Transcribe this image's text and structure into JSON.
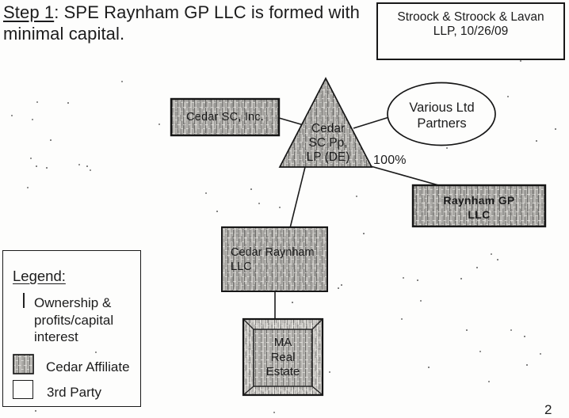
{
  "header": {
    "step_label": "Step 1",
    "title_rest": ": SPE Raynham GP LLC is formed with minimal capital."
  },
  "firm_box": {
    "line1": "Stroock & Stroock & Lavan",
    "line2": "LLP, 10/26/09"
  },
  "diagram": {
    "cedar_sc_inc": {
      "label": "Cedar SC, Inc."
    },
    "cedar_sc_lp_triangle": {
      "line1": "Cedar",
      "line2": "SC Pp,",
      "line3": "LP (DE)"
    },
    "various_ltd_partners": {
      "line1": "Various Ltd",
      "line2": "Partners"
    },
    "ownership_pct": "100%",
    "raynham_gp": {
      "line1": "Raynham GP",
      "line2": "LLC"
    },
    "cedar_raynham": {
      "line1": "Cedar Raynham",
      "line2": "LLC"
    },
    "ma_real_estate": {
      "line1": "MA",
      "line2": "Real",
      "line3": "Estate"
    }
  },
  "legend": {
    "title": "Legend:",
    "items": [
      {
        "symbol": "ownership-line",
        "label": "Ownership & profits/capital interest"
      },
      {
        "symbol": "cedar-affiliate-swatch",
        "label": "Cedar Affiliate"
      },
      {
        "symbol": "third-party-swatch",
        "label": "3rd Party"
      }
    ]
  },
  "page_number": "2",
  "colors": {
    "ink": "#1c1c1c",
    "paper": "#fdfdfc",
    "hatch_base": "#dbd9d4",
    "hatch_dark": "#2e2e2e"
  },
  "specks": [
    [
      153,
      102,
      2
    ],
    [
      573,
      14,
      2
    ],
    [
      656,
      76,
      2
    ],
    [
      46,
      128,
      2
    ],
    [
      85,
      129,
      1.5
    ],
    [
      14,
      145,
      2
    ],
    [
      40,
      150,
      2
    ],
    [
      63,
      176,
      1.5
    ],
    [
      38,
      199,
      2
    ],
    [
      45,
      209,
      1.5
    ],
    [
      58,
      211,
      1.5
    ],
    [
      99,
      207,
      2
    ],
    [
      109,
      209,
      1.5
    ],
    [
      113,
      214,
      2
    ],
    [
      34,
      236,
      2
    ],
    [
      200,
      156,
      2
    ],
    [
      563,
      186,
      2
    ],
    [
      640,
      121,
      2
    ],
    [
      676,
      177,
      1.5
    ],
    [
      700,
      162,
      1.5
    ],
    [
      449,
      247,
      2
    ],
    [
      352,
      261,
      2
    ],
    [
      259,
      243,
      2
    ],
    [
      273,
      266,
      1.5
    ],
    [
      316,
      238,
      1.5
    ],
    [
      326,
      256,
      2
    ],
    [
      458,
      294,
      1.5
    ],
    [
      619,
      320,
      2
    ],
    [
      627,
      327,
      1.5
    ],
    [
      601,
      337,
      1.5
    ],
    [
      508,
      350,
      2
    ],
    [
      526,
      353,
      1.5
    ],
    [
      581,
      351,
      1.5
    ],
    [
      530,
      379,
      2
    ],
    [
      506,
      402,
      2
    ],
    [
      588,
      416,
      1.5
    ],
    [
      644,
      416,
      2
    ],
    [
      661,
      424,
      1.5
    ],
    [
      681,
      446,
      2
    ],
    [
      664,
      460,
      1.5
    ],
    [
      616,
      481,
      2
    ],
    [
      540,
      463,
      1.5
    ],
    [
      426,
      363,
      1.5
    ],
    [
      430,
      359,
      1.5
    ],
    [
      415,
      469,
      2
    ],
    [
      368,
      381,
      1.5
    ],
    [
      120,
      444,
      2
    ],
    [
      44,
      518,
      1.5
    ],
    [
      345,
      520,
      2
    ],
    [
      605,
      443,
      2
    ]
  ]
}
